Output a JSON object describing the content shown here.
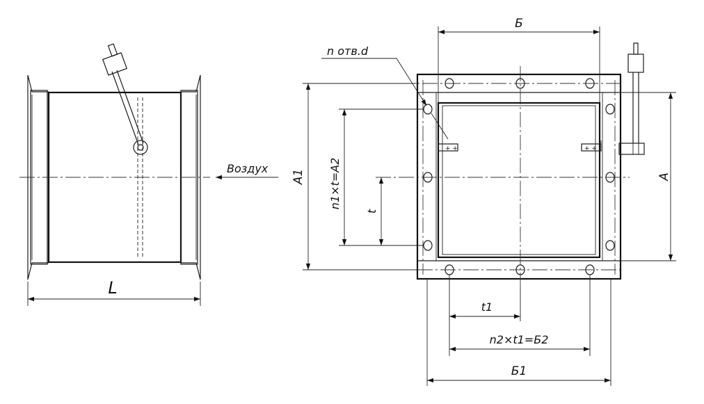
{
  "labels": {
    "length": "L",
    "airflow": "Воздух",
    "holes": "n отв.d",
    "width": "Б",
    "width_outer": "Б1",
    "height": "А",
    "height_outer": "А1",
    "pitch_vertical": "t",
    "pitch_horizontal": "t1",
    "span_vertical": "n1×t=A2",
    "span_horizontal": "n2×t1=Б2"
  },
  "colors": {
    "line": "#1a1a1a",
    "background": "#ffffff"
  }
}
